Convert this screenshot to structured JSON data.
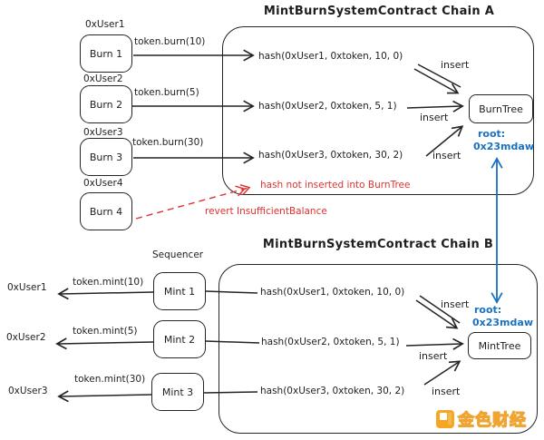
{
  "colors": {
    "ink": "#1e1e1e",
    "red": "#e03131",
    "blue": "#1971c2",
    "orange": "#f6a623"
  },
  "chainA": {
    "title": "MintBurnSystemContract Chain A",
    "tree": "BurnTree",
    "root_label": "root:",
    "root_value": "0x23mdaw",
    "insert_label": "insert",
    "rows": [
      {
        "user": "0xUser1",
        "box": "Burn 1",
        "call": "token.burn(10)",
        "hash": "hash(0xUser1, 0xtoken, 10, 0)"
      },
      {
        "user": "0xUser2",
        "box": "Burn 2",
        "call": "token.burn(5)",
        "hash": "hash(0xUser2, 0xtoken, 5, 1)"
      },
      {
        "user": "0xUser3",
        "box": "Burn 3",
        "call": "token.burn(30)",
        "hash": "hash(0xUser3, 0xtoken, 30, 2)"
      },
      {
        "user": "0xUser4",
        "box": "Burn 4"
      }
    ],
    "error_note": "hash not inserted into BurnTree",
    "revert_note": "revert InsufficientBalance"
  },
  "chainB": {
    "title": "MintBurnSystemContract Chain B",
    "sequencer_label": "Sequencer",
    "tree": "MintTree",
    "root_label": "root:",
    "root_value": "0x23mdaw",
    "insert_label": "insert",
    "rows": [
      {
        "user": "0xUser1",
        "box": "Mint 1",
        "call": "token.mint(10)",
        "hash": "hash(0xUser1, 0xtoken, 10, 0)"
      },
      {
        "user": "0xUser2",
        "box": "Mint 2",
        "call": "token.mint(5)",
        "hash": "hash(0xUser2, 0xtoken, 5, 1)"
      },
      {
        "user": "0xUser3",
        "box": "Mint 3",
        "call": "token.mint(30)",
        "hash": "hash(0xUser3, 0xtoken, 30, 2)"
      }
    ]
  },
  "watermark": {
    "text": "金色财经"
  }
}
